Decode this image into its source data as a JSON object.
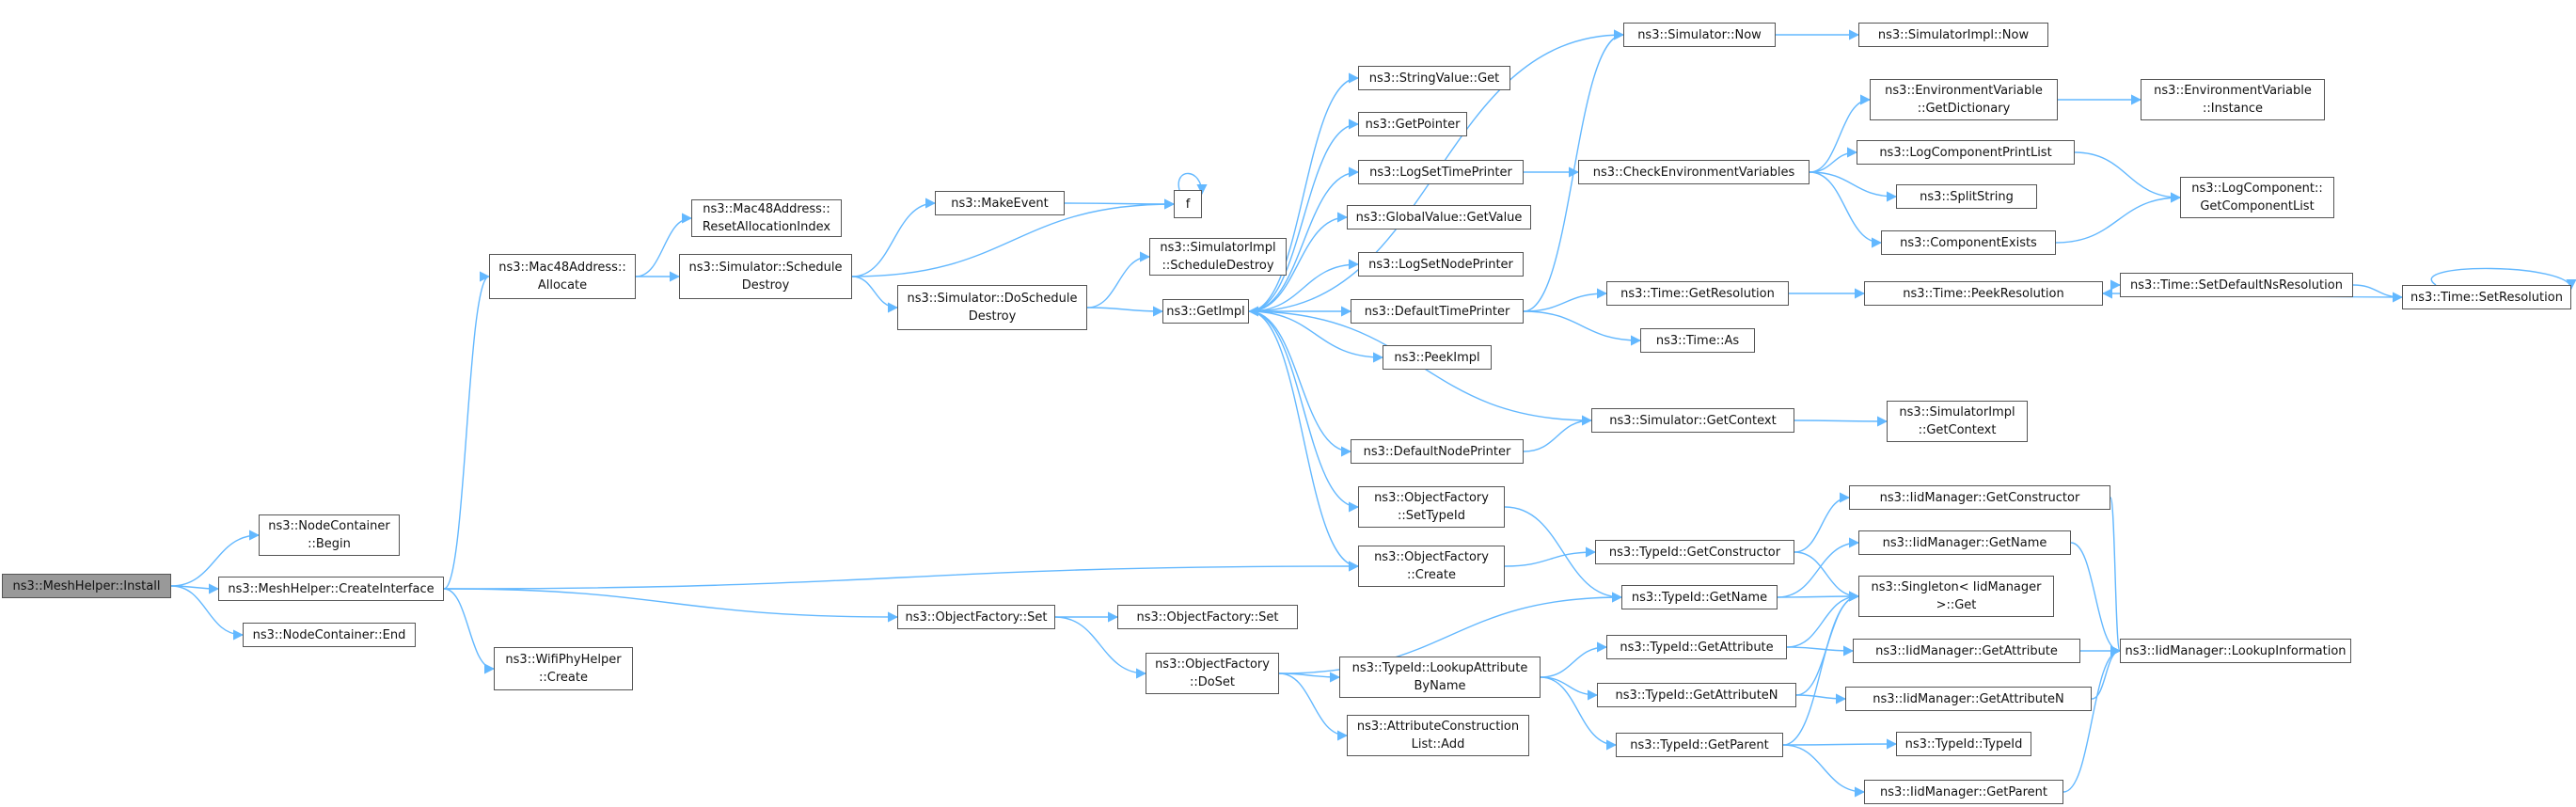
{
  "colors": {
    "edge": "#63b8ff",
    "node_border": "#555555",
    "root_fill": "#999999",
    "node_fill": "#ffffff"
  },
  "nodes": {
    "install": [
      "ns3::MeshHelper::Install"
    ],
    "nc_begin": [
      "ns3::NodeContainer",
      "::Begin"
    ],
    "create_iface": [
      "ns3::MeshHelper::CreateInterface"
    ],
    "nc_end": [
      "ns3::NodeContainer::End"
    ],
    "mac_alloc": [
      "ns3::Mac48Address::",
      "Allocate"
    ],
    "wifi_create": [
      "ns3::WifiPhyHelper",
      "::Create"
    ],
    "mac_reset": [
      "ns3::Mac48Address::",
      "ResetAllocationIndex"
    ],
    "sim_sched": [
      "ns3::Simulator::Schedule",
      "Destroy"
    ],
    "make_event": [
      "ns3::MakeEvent"
    ],
    "sim_dosched": [
      "ns3::Simulator::DoSchedule",
      "Destroy"
    ],
    "simimpl_sched": [
      "ns3::SimulatorImpl",
      "::ScheduleDestroy"
    ],
    "f": [
      "f"
    ],
    "getimpl": [
      "ns3::GetImpl"
    ],
    "of_set1": [
      "ns3::ObjectFactory::Set"
    ],
    "of_set2": [
      "ns3::ObjectFactory::Set"
    ],
    "of_doset": [
      "ns3::ObjectFactory",
      "::DoSet"
    ],
    "strval_get": [
      "ns3::StringValue::Get"
    ],
    "getpointer": [
      "ns3::GetPointer"
    ],
    "logsettime": [
      "ns3::LogSetTimePrinter"
    ],
    "globalval": [
      "ns3::GlobalValue::GetValue"
    ],
    "logsetnode": [
      "ns3::LogSetNodePrinter"
    ],
    "deftime": [
      "ns3::DefaultTimePrinter"
    ],
    "peekimpl": [
      "ns3::PeekImpl"
    ],
    "defnode": [
      "ns3::DefaultNodePrinter"
    ],
    "of_settype": [
      "ns3::ObjectFactory",
      "::SetTypeId"
    ],
    "of_create": [
      "ns3::ObjectFactory",
      "::Create"
    ],
    "tid_lookup": [
      "ns3::TypeId::LookupAttribute",
      "ByName"
    ],
    "attr_add": [
      "ns3::AttributeConstruction",
      "List::Add"
    ],
    "sim_now": [
      "ns3::Simulator::Now"
    ],
    "simimpl_now": [
      "ns3::SimulatorImpl::Now"
    ],
    "checkenv": [
      "ns3::CheckEnvironmentVariables"
    ],
    "time_getres": [
      "ns3::Time::GetResolution"
    ],
    "time_as": [
      "ns3::Time::As"
    ],
    "sim_getctx": [
      "ns3::Simulator::GetContext"
    ],
    "tid_getctor": [
      "ns3::TypeId::GetConstructor"
    ],
    "tid_getname": [
      "ns3::TypeId::GetName"
    ],
    "tid_getattr": [
      "ns3::TypeId::GetAttribute"
    ],
    "tid_getattrn": [
      "ns3::TypeId::GetAttributeN"
    ],
    "tid_getparent": [
      "ns3::TypeId::GetParent"
    ],
    "env_getdict": [
      "ns3::EnvironmentVariable",
      "::GetDictionary"
    ],
    "logcomp_print": [
      "ns3::LogComponentPrintList"
    ],
    "splitstring": [
      "ns3::SplitString"
    ],
    "compexists": [
      "ns3::ComponentExists"
    ],
    "time_peekres": [
      "ns3::Time::PeekResolution"
    ],
    "simimpl_getctx": [
      "ns3::SimulatorImpl",
      "::GetContext"
    ],
    "iid_getctor": [
      "ns3::IidManager::GetConstructor"
    ],
    "iid_getname": [
      "ns3::IidManager::GetName"
    ],
    "singleton_get": [
      "ns3::Singleton< IidManager",
      ">::Get"
    ],
    "iid_getattr": [
      "ns3::IidManager::GetAttribute"
    ],
    "iid_getattrn": [
      "ns3::IidManager::GetAttributeN"
    ],
    "tid_typeid": [
      "ns3::TypeId::TypeId"
    ],
    "iid_getparent": [
      "ns3::IidManager::GetParent"
    ],
    "env_instance": [
      "ns3::EnvironmentVariable",
      "::Instance"
    ],
    "logcomp_getlist": [
      "ns3::LogComponent::",
      "GetComponentList"
    ],
    "time_setdefns": [
      "ns3::Time::SetDefaultNsResolution"
    ],
    "time_setres": [
      "ns3::Time::SetResolution"
    ],
    "iid_lookupinfo": [
      "ns3::IidManager::LookupInformation"
    ]
  },
  "edges": [
    [
      "install",
      "nc_begin"
    ],
    [
      "install",
      "create_iface"
    ],
    [
      "install",
      "nc_end"
    ],
    [
      "create_iface",
      "mac_alloc"
    ],
    [
      "create_iface",
      "wifi_create"
    ],
    [
      "create_iface",
      "of_set1"
    ],
    [
      "create_iface",
      "of_create"
    ],
    [
      "mac_alloc",
      "mac_reset"
    ],
    [
      "mac_alloc",
      "sim_sched"
    ],
    [
      "sim_sched",
      "make_event"
    ],
    [
      "sim_sched",
      "f"
    ],
    [
      "sim_sched",
      "sim_dosched"
    ],
    [
      "make_event",
      "f"
    ],
    [
      "f",
      "f"
    ],
    [
      "sim_dosched",
      "simimpl_sched"
    ],
    [
      "sim_dosched",
      "getimpl"
    ],
    [
      "getimpl",
      "sim_now"
    ],
    [
      "getimpl",
      "strval_get"
    ],
    [
      "getimpl",
      "getpointer"
    ],
    [
      "getimpl",
      "logsettime"
    ],
    [
      "getimpl",
      "globalval"
    ],
    [
      "getimpl",
      "logsetnode"
    ],
    [
      "getimpl",
      "deftime"
    ],
    [
      "getimpl",
      "peekimpl"
    ],
    [
      "getimpl",
      "defnode"
    ],
    [
      "getimpl",
      "of_settype"
    ],
    [
      "getimpl",
      "of_create"
    ],
    [
      "sim_getctx",
      "getimpl"
    ],
    [
      "of_set1",
      "of_set2"
    ],
    [
      "of_set1",
      "of_doset"
    ],
    [
      "of_doset",
      "tid_getname"
    ],
    [
      "of_doset",
      "tid_lookup"
    ],
    [
      "of_doset",
      "attr_add"
    ],
    [
      "logsettime",
      "checkenv"
    ],
    [
      "deftime",
      "sim_now"
    ],
    [
      "deftime",
      "time_getres"
    ],
    [
      "deftime",
      "time_as"
    ],
    [
      "defnode",
      "sim_getctx"
    ],
    [
      "of_settype",
      "tid_getname"
    ],
    [
      "of_create",
      "tid_getctor"
    ],
    [
      "tid_lookup",
      "tid_getattr"
    ],
    [
      "tid_lookup",
      "tid_getattrn"
    ],
    [
      "tid_lookup",
      "tid_getparent"
    ],
    [
      "sim_now",
      "simimpl_now"
    ],
    [
      "checkenv",
      "env_getdict"
    ],
    [
      "checkenv",
      "logcomp_print"
    ],
    [
      "checkenv",
      "splitstring"
    ],
    [
      "checkenv",
      "compexists"
    ],
    [
      "time_getres",
      "time_peekres"
    ],
    [
      "sim_getctx",
      "simimpl_getctx"
    ],
    [
      "tid_getctor",
      "iid_getctor"
    ],
    [
      "tid_getctor",
      "singleton_get"
    ],
    [
      "tid_getname",
      "iid_getname"
    ],
    [
      "tid_getname",
      "singleton_get"
    ],
    [
      "tid_getattr",
      "iid_getattr"
    ],
    [
      "tid_getattr",
      "singleton_get"
    ],
    [
      "tid_getattrn",
      "iid_getattrn"
    ],
    [
      "tid_getattrn",
      "singleton_get"
    ],
    [
      "tid_getparent",
      "tid_typeid"
    ],
    [
      "tid_getparent",
      "iid_getparent"
    ],
    [
      "tid_getparent",
      "singleton_get"
    ],
    [
      "env_getdict",
      "env_instance"
    ],
    [
      "logcomp_print",
      "logcomp_getlist"
    ],
    [
      "compexists",
      "logcomp_getlist"
    ],
    [
      "time_peekres",
      "time_setdefns"
    ],
    [
      "time_setdefns",
      "time_setres"
    ],
    [
      "time_setres",
      "time_peekres"
    ],
    [
      "time_setres",
      "time_setres"
    ],
    [
      "iid_getctor",
      "iid_lookupinfo"
    ],
    [
      "iid_getname",
      "iid_lookupinfo"
    ],
    [
      "iid_getattr",
      "iid_lookupinfo"
    ],
    [
      "iid_getattrn",
      "iid_lookupinfo"
    ],
    [
      "iid_getparent",
      "iid_lookupinfo"
    ]
  ]
}
